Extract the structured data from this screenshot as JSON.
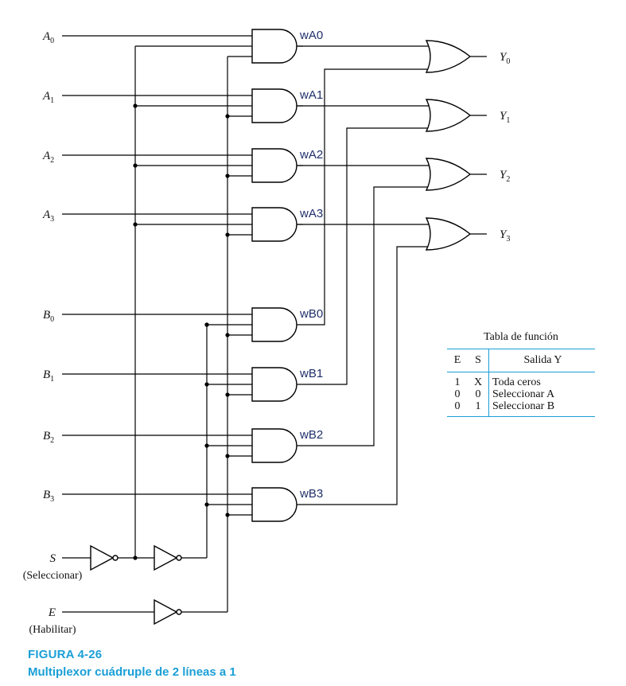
{
  "inputs": {
    "A": [
      {
        "base": "A",
        "sub": "0"
      },
      {
        "base": "A",
        "sub": "1"
      },
      {
        "base": "A",
        "sub": "2"
      },
      {
        "base": "A",
        "sub": "3"
      }
    ],
    "B": [
      {
        "base": "B",
        "sub": "0"
      },
      {
        "base": "B",
        "sub": "1"
      },
      {
        "base": "B",
        "sub": "2"
      },
      {
        "base": "B",
        "sub": "3"
      }
    ]
  },
  "outputs": [
    {
      "base": "Y",
      "sub": "0"
    },
    {
      "base": "Y",
      "sub": "1"
    },
    {
      "base": "Y",
      "sub": "2"
    },
    {
      "base": "Y",
      "sub": "3"
    }
  ],
  "wires": {
    "A": [
      "wA0",
      "wA1",
      "wA2",
      "wA3"
    ],
    "B": [
      "wB0",
      "wB1",
      "wB2",
      "wB3"
    ]
  },
  "select": {
    "name": "S",
    "note": "(Seleccionar)"
  },
  "enable": {
    "name": "E",
    "note": "(Habilitar)"
  },
  "function_table": {
    "title": "Tabla de función",
    "headers": [
      "E",
      "S",
      "Salida Y"
    ],
    "rows": [
      [
        "1",
        "X",
        "Toda ceros"
      ],
      [
        "0",
        "0",
        "Seleccionar A"
      ],
      [
        "0",
        "1",
        "Seleccionar B"
      ]
    ]
  },
  "caption": {
    "figure": "FIGURA 4-26",
    "title": "Multiplexor cuádruple de 2 líneas a 1"
  },
  "colors": {
    "accent": "#1b9fd6",
    "wire_label": "#1f2f6b",
    "line": "#000000"
  }
}
